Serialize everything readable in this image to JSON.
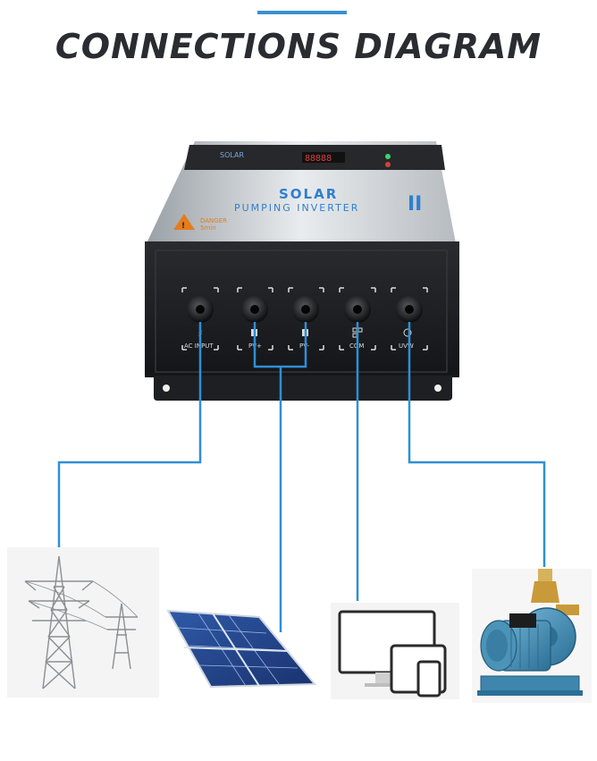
{
  "header": {
    "title": "CONNECTIONS DIAGRAM"
  },
  "device": {
    "brand_top": "SOLAR",
    "brand_sub": "PUMPING INVERTER",
    "model_mark": "II",
    "danger": "DANGER",
    "danger_sub": "5min",
    "ports": [
      {
        "label": "AC INPUT",
        "icon": "transmission-tower-icon"
      },
      {
        "label": "PV+",
        "icon": "solar-panel-icon"
      },
      {
        "label": "PV-",
        "icon": "solar-panel-icon"
      },
      {
        "label": "COM",
        "icon": "computer-icon"
      },
      {
        "label": "UVW",
        "icon": "pump-icon"
      }
    ]
  },
  "colors": {
    "wire": "#2f8fd6",
    "body": "#1c1d20",
    "accent_bar": "#3a8fd1",
    "title": "#2a2c31"
  },
  "endpoints": [
    "grid-tower",
    "solar-panel",
    "computer-devices",
    "water-pump"
  ]
}
